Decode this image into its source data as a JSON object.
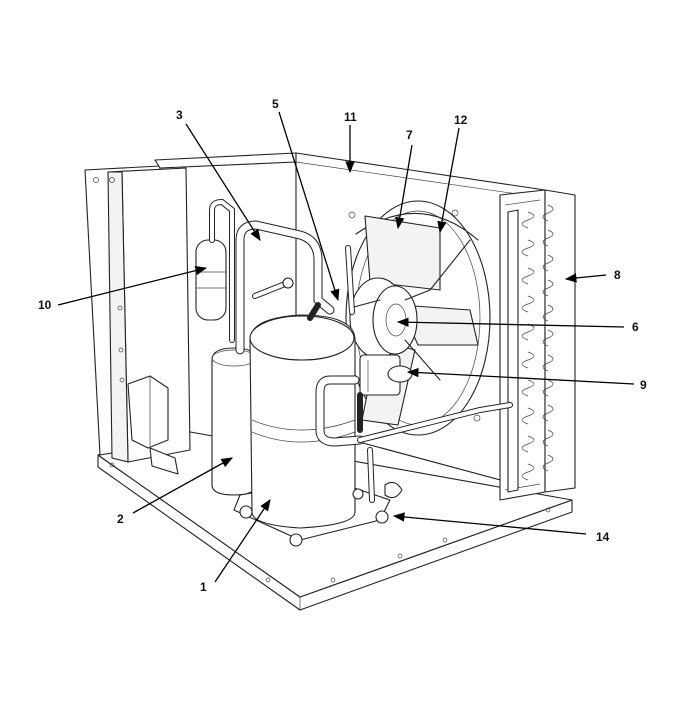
{
  "callouts": [
    {
      "id": "c1",
      "label": "1"
    },
    {
      "id": "c2",
      "label": "2"
    },
    {
      "id": "c3",
      "label": "3"
    },
    {
      "id": "c5",
      "label": "5"
    },
    {
      "id": "c6",
      "label": "6"
    },
    {
      "id": "c7",
      "label": "7"
    },
    {
      "id": "c8",
      "label": "8"
    },
    {
      "id": "c9",
      "label": "9"
    },
    {
      "id": "c10",
      "label": "10"
    },
    {
      "id": "c11",
      "label": "11"
    },
    {
      "id": "c12",
      "label": "12"
    },
    {
      "id": "c14",
      "label": "14"
    }
  ]
}
